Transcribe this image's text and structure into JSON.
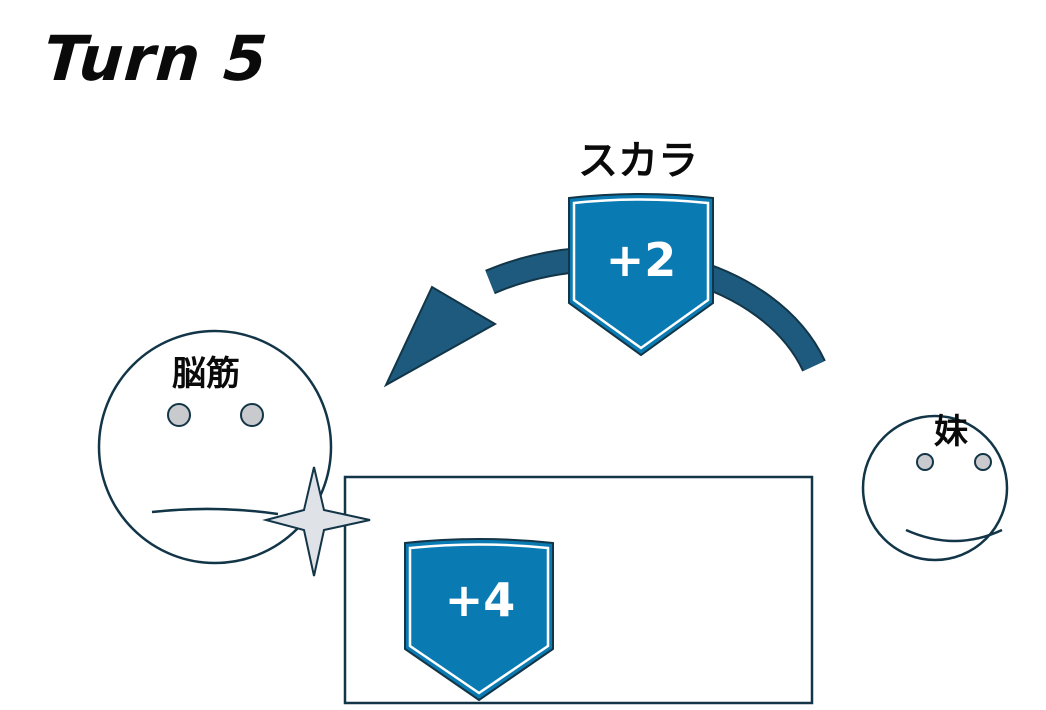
{
  "title": "Turn 5",
  "spell_name": "スカラ",
  "left_character": {
    "name": "脳筋",
    "mood": "frown"
  },
  "right_character": {
    "name": "妹",
    "mood": "smile"
  },
  "cast_badge": {
    "value": "+2",
    "color": "#0a7ab3"
  },
  "result_badge": {
    "value": "+4",
    "color": "#0a7ab3"
  },
  "colors": {
    "outline": "#123548",
    "arrow": "#1d5a7e",
    "sparkle": "#dfe2e6"
  },
  "icons": [
    "arc-arrow-icon",
    "shield-badge-icon",
    "sparkle-icon"
  ]
}
